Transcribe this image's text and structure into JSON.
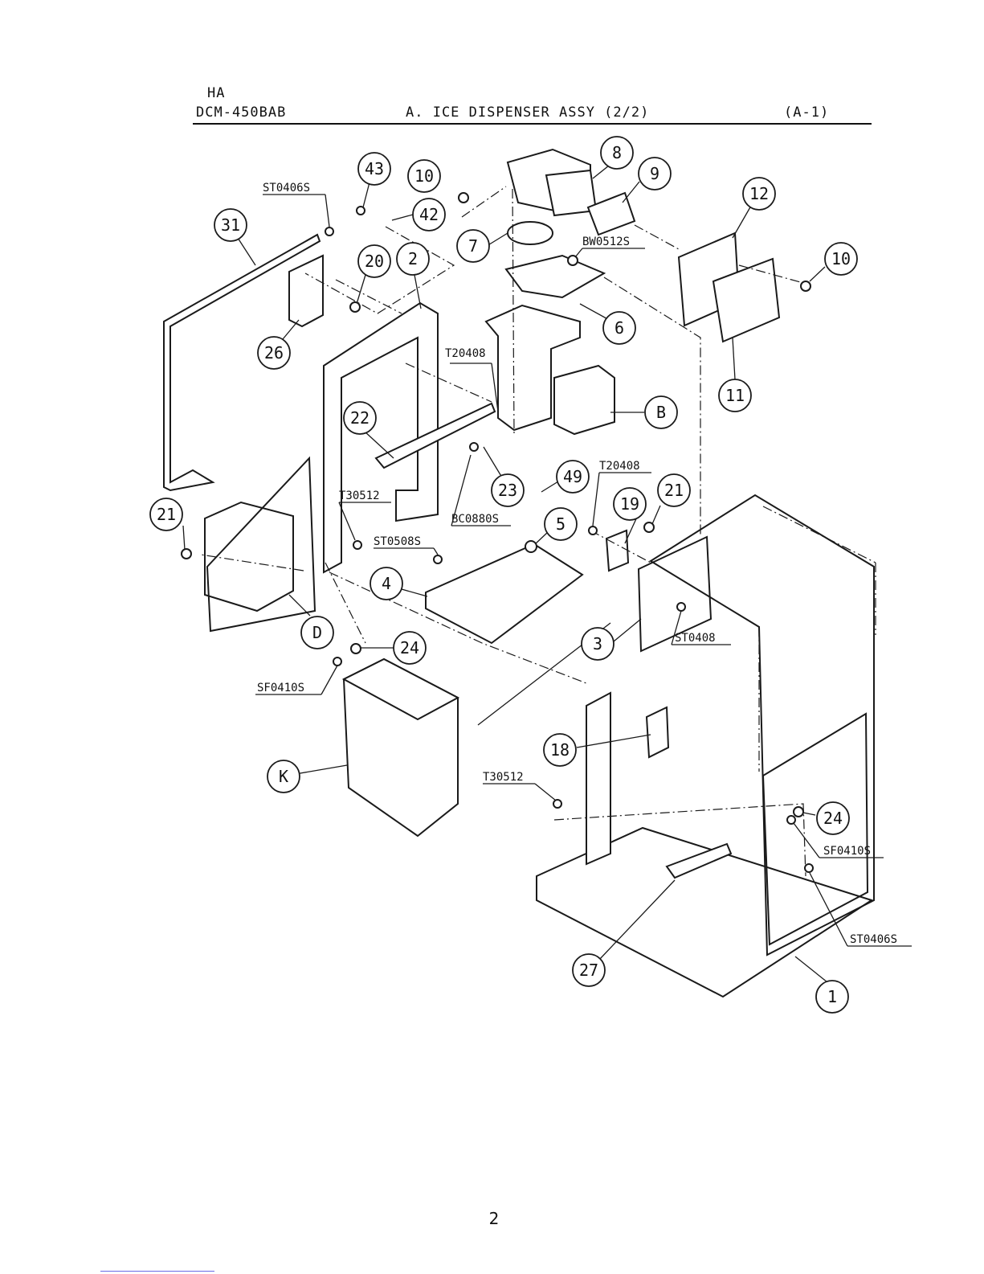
{
  "header": {
    "brand": "HA",
    "model": "DCM-450BAB",
    "title": "A. ICE DISPENSER ASSY (2/2)",
    "ref": "(A-1)"
  },
  "callouts": [
    "8",
    "9",
    "43",
    "10",
    "12",
    "31",
    "42",
    "7",
    "10",
    "20",
    "2",
    "6",
    "26",
    "11",
    "B",
    "22",
    "21",
    "23",
    "49",
    "19",
    "21",
    "5",
    "4",
    "3",
    "D",
    "24",
    "18",
    "K",
    "24",
    "27",
    "1"
  ],
  "screws": [
    "ST0406S",
    "BW0512S",
    "T20408",
    "T30512",
    "BC0880S",
    "ST0508S",
    "T20408",
    "ST0408",
    "SF0410S",
    "T30512",
    "SF0410S",
    "ST0406S"
  ],
  "page_number": "2"
}
